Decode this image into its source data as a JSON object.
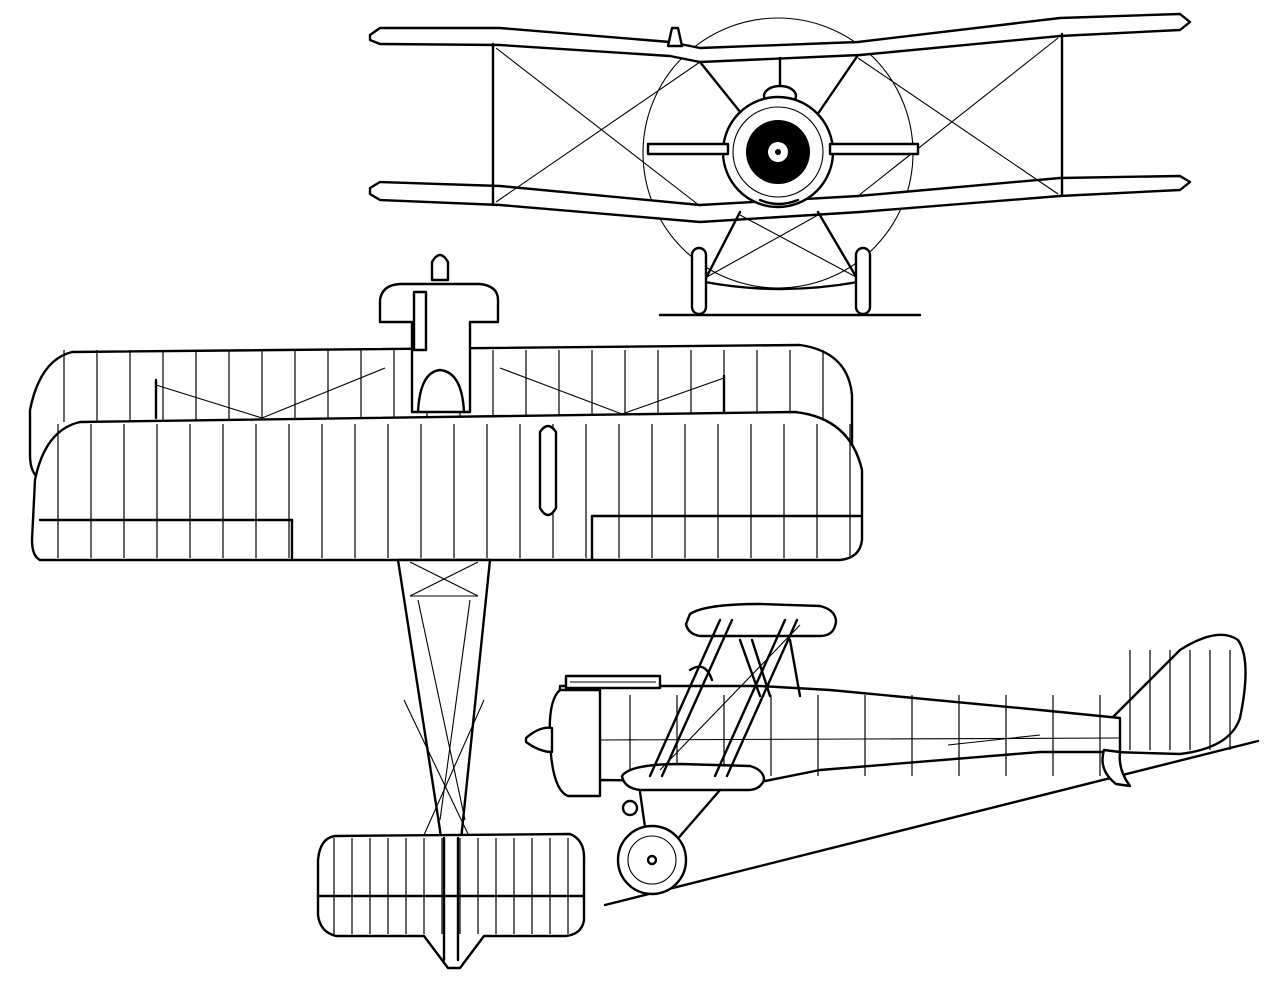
{
  "drawing": {
    "views": [
      {
        "id": "front",
        "label": ""
      },
      {
        "id": "plan",
        "label": ""
      },
      {
        "id": "side",
        "label": ""
      }
    ],
    "colors": {
      "line": "#000000",
      "background": "#ffffff"
    }
  }
}
